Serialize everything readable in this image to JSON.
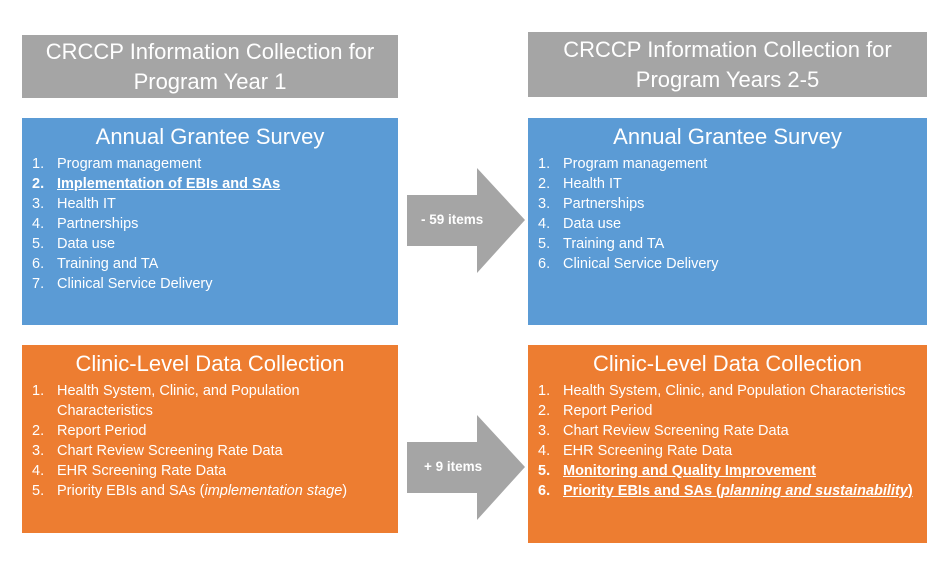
{
  "left_header": {
    "line1": "CRCCP Information Collection for",
    "line2": "Program Year 1"
  },
  "right_header": {
    "line1": "CRCCP Information Collection for",
    "line2": "Program Years 2-5"
  },
  "survey_left": {
    "title": "Annual Grantee Survey",
    "items": [
      {
        "num": "1.",
        "text": "Program management"
      },
      {
        "num": "2.",
        "text": "Implementation of EBIs and SAs"
      },
      {
        "num": "3.",
        "text": "Health IT"
      },
      {
        "num": "4.",
        "text": "Partnerships"
      },
      {
        "num": "5.",
        "text": "Data use"
      },
      {
        "num": "6.",
        "text": "Training and TA"
      },
      {
        "num": "7.",
        "text": "Clinical Service Delivery"
      }
    ]
  },
  "survey_right": {
    "title": "Annual Grantee Survey",
    "items": [
      {
        "num": "1.",
        "text": "Program management"
      },
      {
        "num": "2.",
        "text": "Health IT"
      },
      {
        "num": "3.",
        "text": "Partnerships"
      },
      {
        "num": "4.",
        "text": "Data use"
      },
      {
        "num": "5.",
        "text": "Training and TA"
      },
      {
        "num": "6.",
        "text": "Clinical Service Delivery"
      }
    ]
  },
  "clinic_left": {
    "title": "Clinic-Level Data Collection",
    "items": [
      {
        "num": "1.",
        "text": "Health System, Clinic, and Population Characteristics"
      },
      {
        "num": "2.",
        "text": "Report Period"
      },
      {
        "num": "3.",
        "text": "Chart Review Screening Rate Data"
      },
      {
        "num": "4.",
        "text": "EHR Screening Rate Data"
      },
      {
        "num": "5.",
        "text": "Priority EBIs and SAs (",
        "em": "implementation stage",
        "after": ")"
      }
    ]
  },
  "clinic_right": {
    "title": "Clinic-Level Data Collection",
    "items": [
      {
        "num": "1.",
        "text": "Health System, Clinic, and Population Characteristics"
      },
      {
        "num": "2.",
        "text": "Report Period"
      },
      {
        "num": "3.",
        "text": "Chart Review Screening Rate Data"
      },
      {
        "num": "4.",
        "text": "EHR Screening Rate Data"
      },
      {
        "num": "5.",
        "text": "Monitoring and Quality Improvement"
      },
      {
        "num": "6.",
        "text": "Priority EBIs and SAs (",
        "em": "planning and sustainability",
        "after": ")"
      }
    ]
  },
  "arrow_top": {
    "label": "- 59 items"
  },
  "arrow_bottom": {
    "label": "+ 9 items"
  },
  "colors": {
    "header": "#a5a5a5",
    "survey": "#5b9bd5",
    "clinic": "#ed7d31",
    "arrow": "#a5a5a5"
  }
}
